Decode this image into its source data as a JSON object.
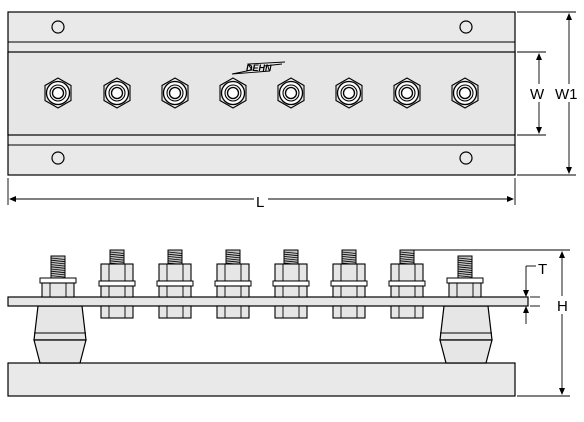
{
  "logo": {
    "text": "DEHN"
  },
  "dimensions": {
    "length": "L",
    "width": "W",
    "width_total": "W1",
    "height": "H",
    "thickness": "T"
  },
  "top_view": {
    "terminal_count": 8,
    "mounting_hole_count": 4
  },
  "side_view": {
    "stud_count": 8,
    "insulator_count": 2
  },
  "colors": {
    "line": "#000000",
    "fill": "#e6e6e6",
    "background": "#ffffff"
  }
}
